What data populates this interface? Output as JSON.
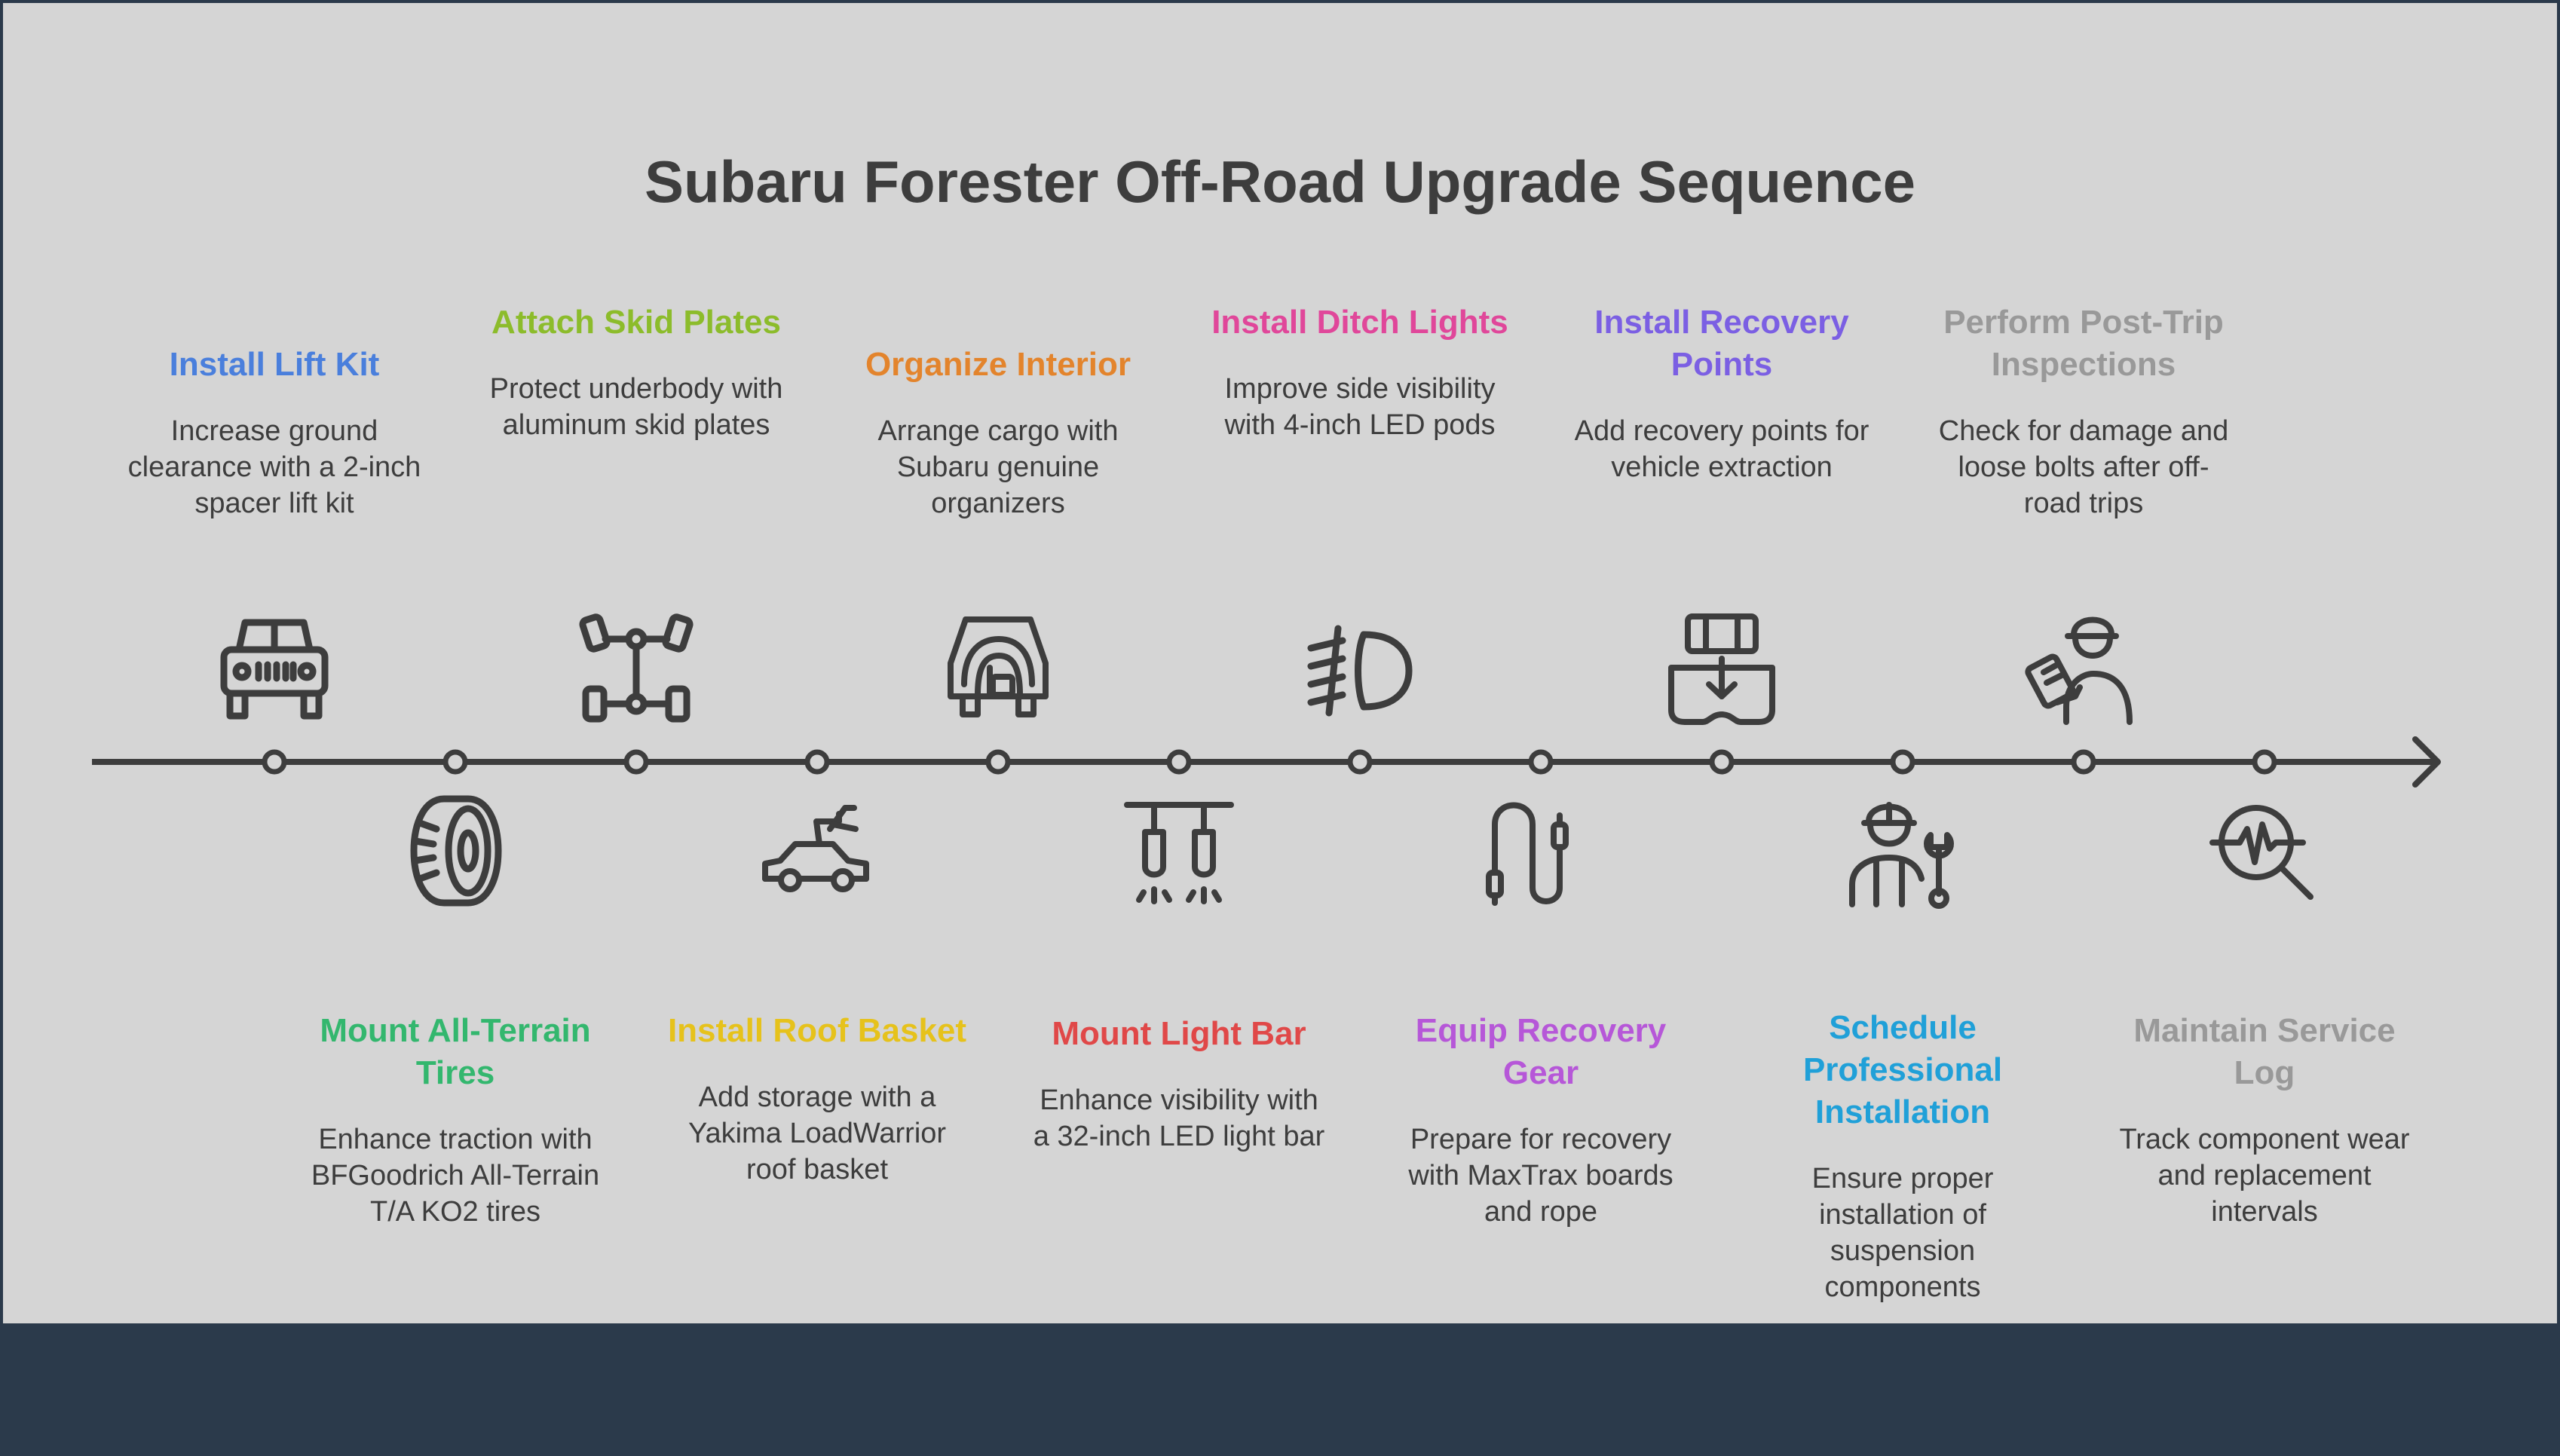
{
  "title": "Subaru Forester Off-Road Upgrade Sequence",
  "steps": [
    {
      "title": "Install Lift Kit",
      "desc": "Increase ground clearance with a 2-inch spacer lift kit",
      "color": "#4a7fdc",
      "icon": "jeep-icon",
      "position": "top"
    },
    {
      "title": "Mount All-Terrain Tires",
      "desc": "Enhance traction with BFGoodrich All-Terrain T/A KO2 tires",
      "color": "#33b76e",
      "icon": "tire-icon",
      "position": "bottom"
    },
    {
      "title": "Attach Skid Plates",
      "desc": "Protect underbody with aluminum skid plates",
      "color": "#8cbc2b",
      "icon": "chassis-icon",
      "position": "top"
    },
    {
      "title": "Install Roof Basket",
      "desc": "Add storage with a Yakima LoadWarrior roof basket",
      "color": "#e6c21b",
      "icon": "car-roof-rack-icon",
      "position": "bottom"
    },
    {
      "title": "Organize Interior",
      "desc": "Arrange cargo with Subaru genuine organizers",
      "color": "#e3842c",
      "icon": "car-interior-icon",
      "position": "top"
    },
    {
      "title": "Mount Light Bar",
      "desc": "Enhance visibility with a 32-inch LED light bar",
      "color": "#e04848",
      "icon": "light-bar-icon",
      "position": "bottom"
    },
    {
      "title": "Install Ditch Lights",
      "desc": "Improve side visibility with 4-inch LED pods",
      "color": "#e0479a",
      "icon": "headlight-icon",
      "position": "top"
    },
    {
      "title": "Equip Recovery Gear",
      "desc": "Prepare for recovery with MaxTrax boards and rope",
      "color": "#b657d8",
      "icon": "cable-icon",
      "position": "bottom"
    },
    {
      "title": "Install Recovery Points",
      "desc": "Add recovery points for vehicle extraction",
      "color": "#7b5fe3",
      "icon": "recovery-point-icon",
      "position": "top"
    },
    {
      "title": "Schedule Professional Installation",
      "desc": "Ensure proper installation of suspension components",
      "color": "#20a0d8",
      "icon": "mechanic-icon",
      "position": "bottom"
    },
    {
      "title": "Perform Post-Trip Inspections",
      "desc": "Check for damage and loose bolts after off-road trips",
      "color": "#999999",
      "icon": "inspector-icon",
      "position": "top"
    },
    {
      "title": "Maintain Service Log",
      "desc": "Track component wear and replacement intervals",
      "color": "#999999",
      "icon": "diagnostics-icon",
      "position": "bottom"
    }
  ]
}
